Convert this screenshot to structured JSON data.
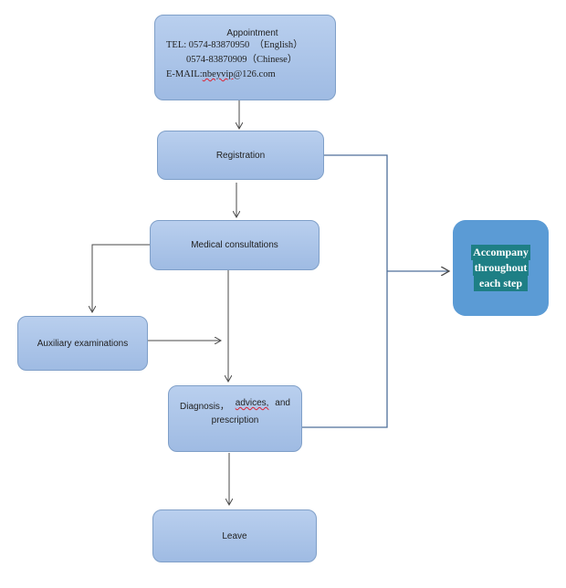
{
  "appointment": {
    "title": "Appointment",
    "tel_prefix": "TEL: 0574-83870950",
    "tel_english": "（English）",
    "tel2": "0574-83870909（Chinese）",
    "email_prefix": "E-MAIL:",
    "email_user": "nbeyvip",
    "email_domain": "@126.com"
  },
  "registration": "Registration",
  "medical_consultations": "Medical consultations",
  "auxiliary_examinations": "Auxiliary examinations",
  "diagnosis": {
    "word1": "Diagnosis，",
    "word2": "advices,",
    "word3": "and",
    "word4": "prescription"
  },
  "leave": "Leave",
  "accompany": {
    "line1": "Accompany",
    "line2": "throughout",
    "line3": "each step"
  },
  "colors": {
    "box_fill": "#a9c4e8",
    "box_border": "#7f9fc8",
    "accompany_fill": "#5b9bd5",
    "accompany_text_bg": "#1e7f85",
    "connector": "#4f6f9a"
  }
}
